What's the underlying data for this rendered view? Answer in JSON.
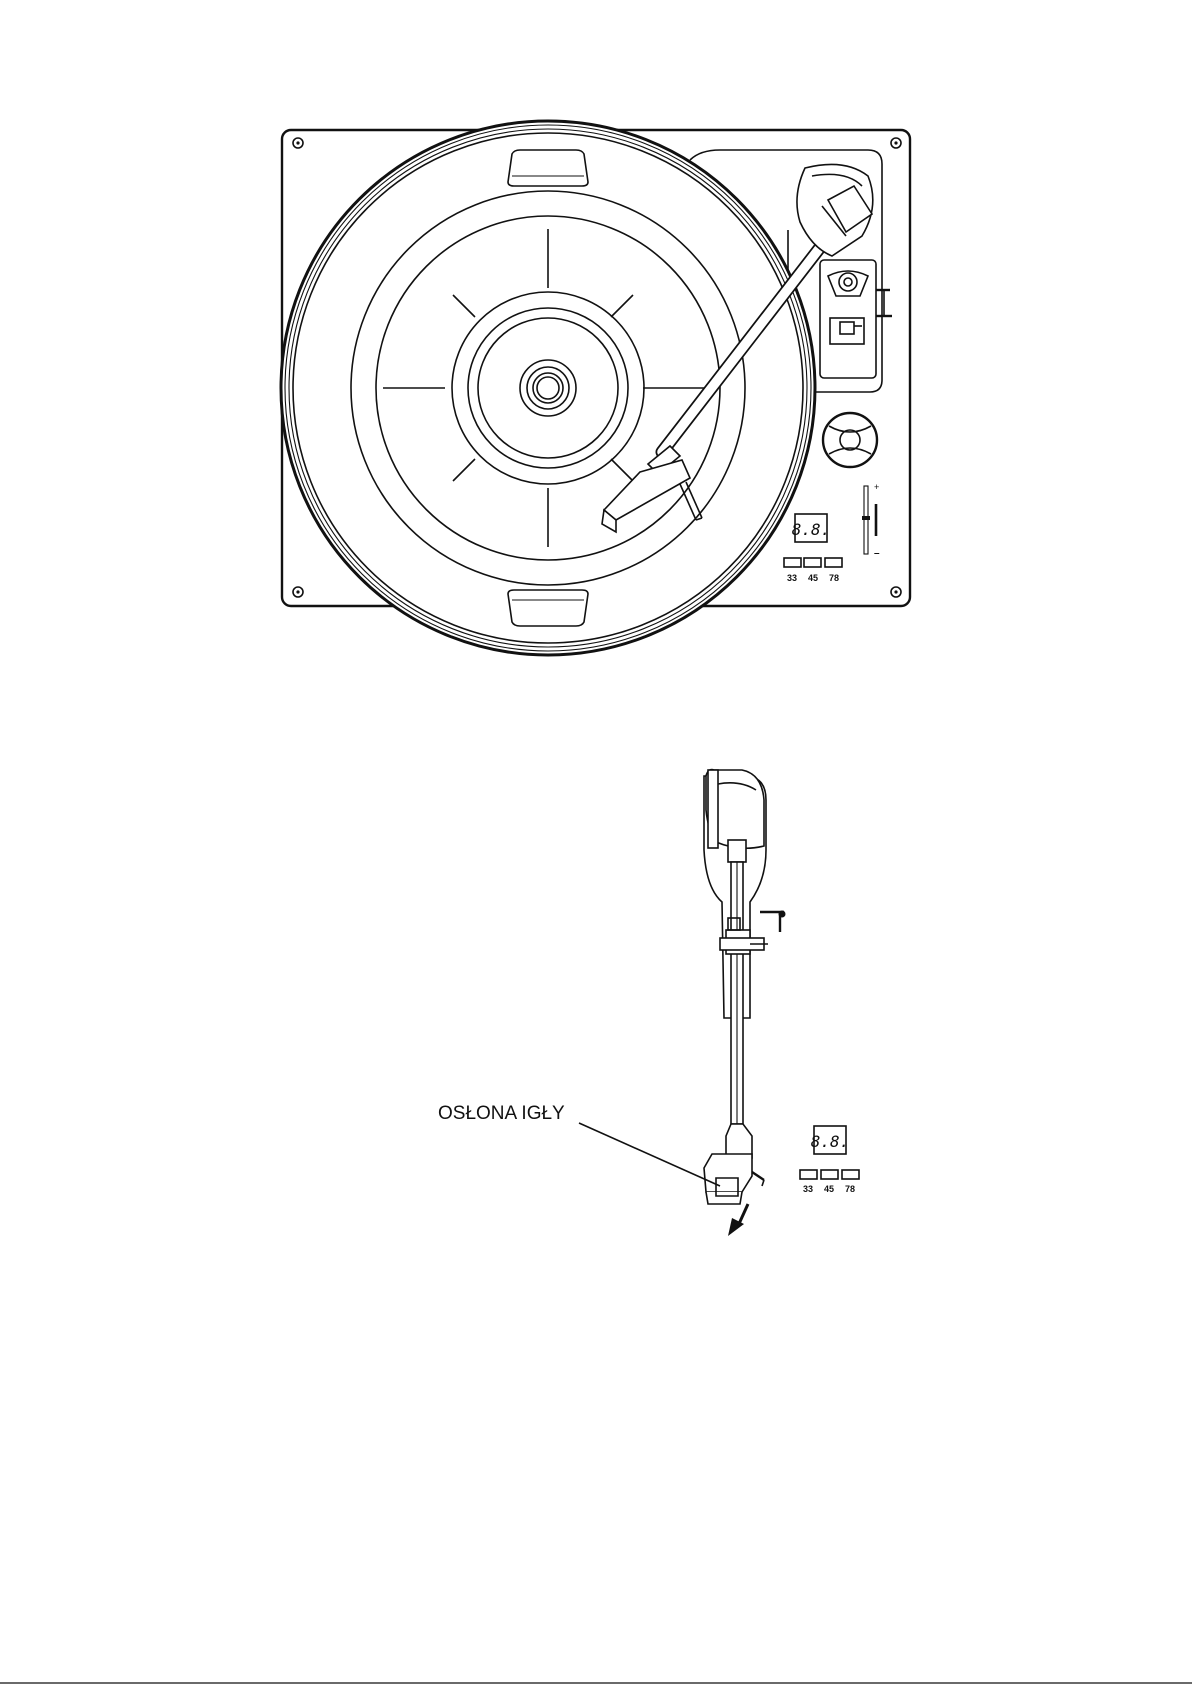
{
  "figure1": {
    "display_readout": "8.8.",
    "speed_buttons": [
      "33",
      "45",
      "78"
    ],
    "pitch_plus": "+",
    "pitch_minus": "–"
  },
  "figure2": {
    "callout_label": "OSŁONA IGŁY",
    "display_readout": "8.8.",
    "speed_buttons": [
      "33",
      "45",
      "78"
    ],
    "arrow_icon": "arrow-down-left-icon"
  }
}
